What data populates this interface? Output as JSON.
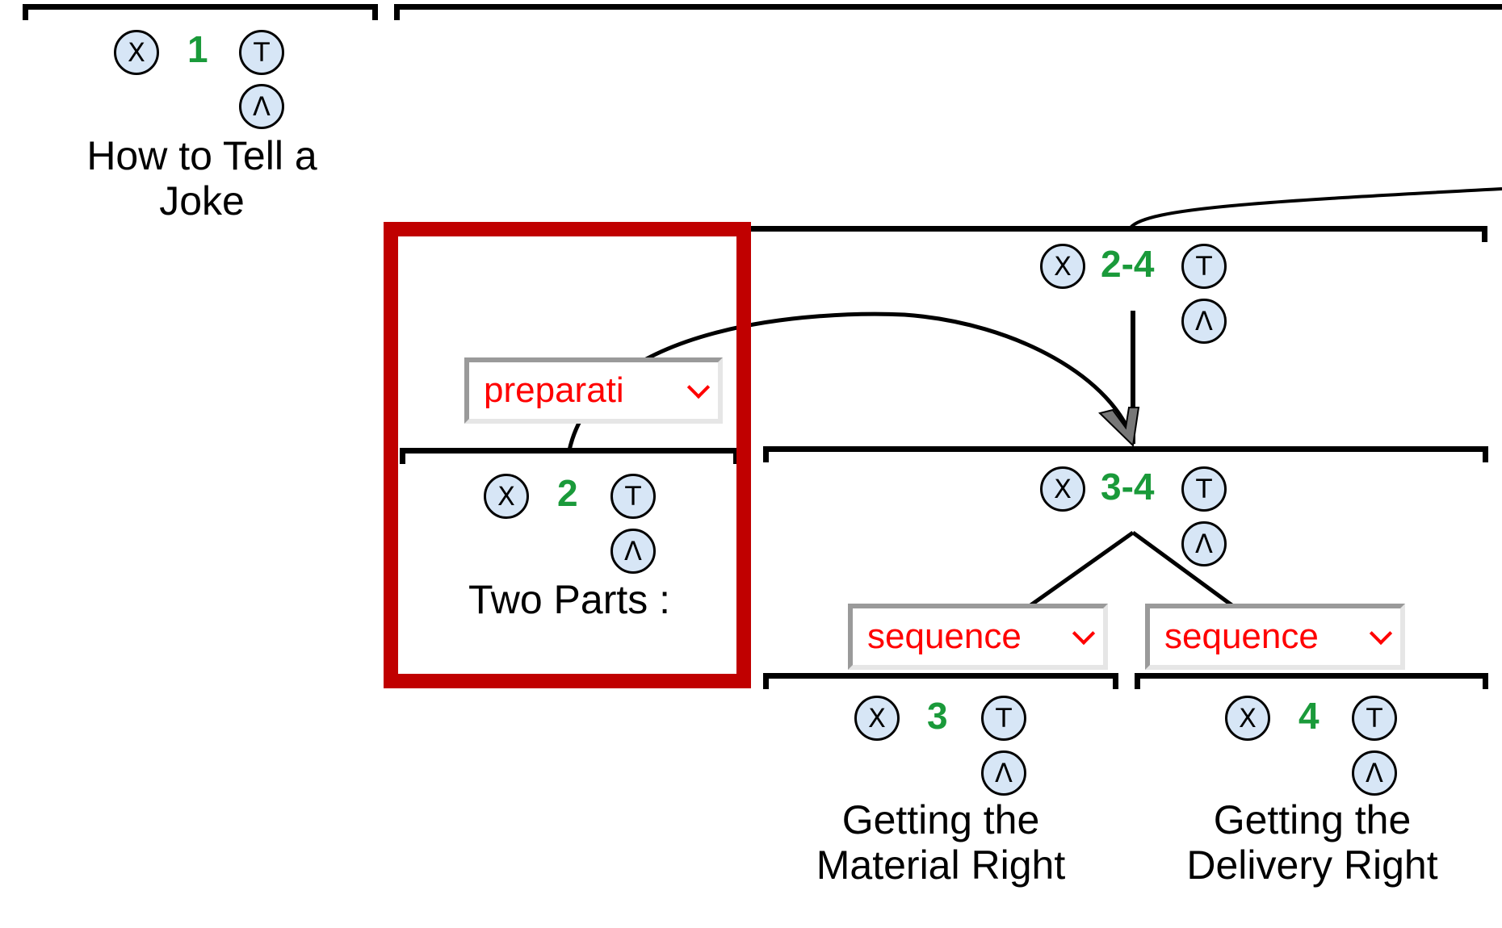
{
  "icons": {
    "delete": "X",
    "text": "T",
    "collapse": "Λ"
  },
  "colors": {
    "id": "#1a9a3a",
    "relation": "#ff0000",
    "highlight": "#c00000",
    "button_fill": "#d7e6f6"
  },
  "nodes": {
    "n1": {
      "id": "1",
      "label_line1": "How to Tell a",
      "label_line2": "Joke"
    },
    "n24": {
      "id": "2-4"
    },
    "n2": {
      "id": "2",
      "label": "Two Parts :"
    },
    "n34": {
      "id": "3-4"
    },
    "n3": {
      "id": "3",
      "label_line1": "Getting the",
      "label_line2": "Material Right"
    },
    "n4": {
      "id": "4",
      "label_line1": "Getting the",
      "label_line2": "Delivery Right"
    }
  },
  "relations": {
    "preparation": "preparati",
    "sequence_left": "sequence",
    "sequence_right": "sequence"
  }
}
